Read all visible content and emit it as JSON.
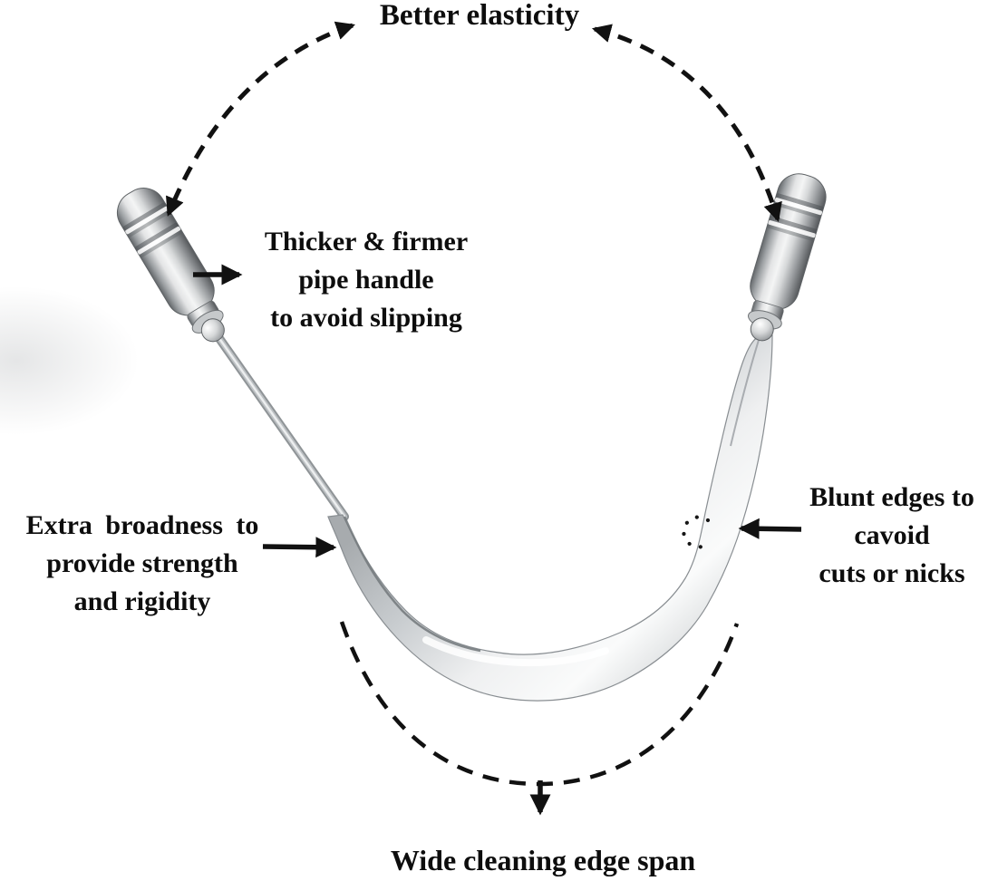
{
  "figure": {
    "type": "annotated-product-diagram",
    "subject": "stainless steel tongue cleaner",
    "top_label": "Better elasticity",
    "handle_label": {
      "line1": "Thicker & firmer",
      "line2": "pipe handle",
      "line3": "to avoid slipping"
    },
    "broadness_label": {
      "line1": "Extra broadness to",
      "line2": "provide strength",
      "line3": "and rigidity"
    },
    "blunt_label": {
      "line1": "Blunt edges to",
      "line2": "cavoid",
      "line3": "cuts or nicks"
    },
    "bottom_label": "Wide cleaning edge span"
  },
  "colors": {
    "background": "#ffffff",
    "text": "#0d0d0d",
    "annotation_lines": "#111111",
    "metal_light": "#f4f5f5",
    "metal_mid": "#c6c9cb",
    "metal_dark": "#63676a"
  }
}
